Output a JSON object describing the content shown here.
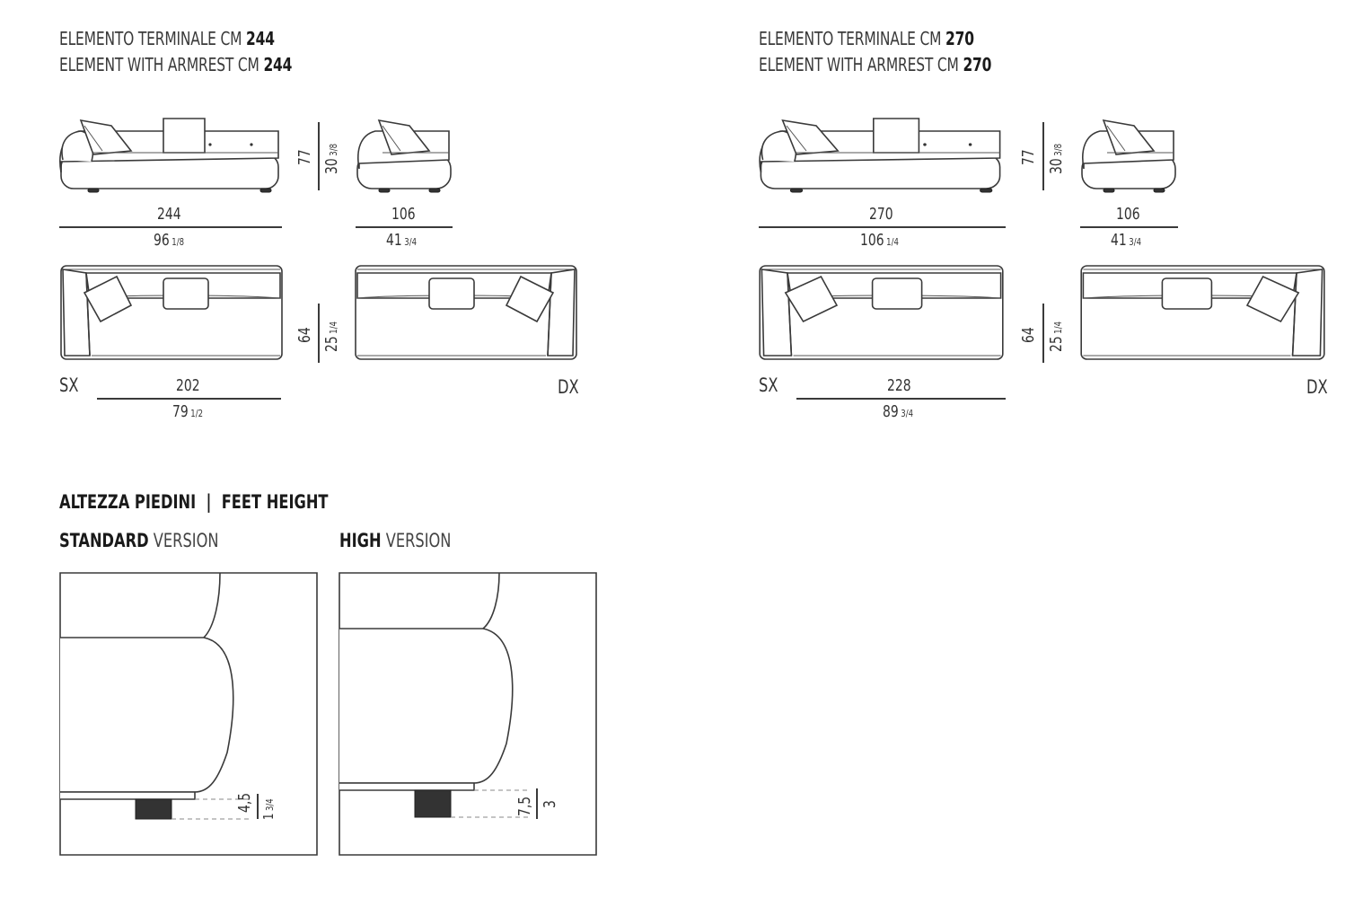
{
  "left_module": {
    "title_it": "ELEMENTO TERMINALE CM",
    "title_it_value": "244",
    "title_en": "ELEMENT WITH ARMREST CM",
    "title_en_value": "244",
    "front_width_cm": "244",
    "front_width_in": "96",
    "front_width_in_frac": "1/8",
    "side_depth_cm": "106",
    "side_depth_in": "41",
    "side_depth_in_frac": "3/4",
    "height_cm": "77",
    "height_in": "30",
    "height_in_frac": "3/8",
    "seat_depth_cm": "64",
    "seat_depth_in": "25",
    "seat_depth_in_frac": "1/4",
    "plan_width_cm": "202",
    "plan_width_in": "79",
    "plan_width_in_frac": "1/2",
    "label_left": "SX",
    "label_right": "DX"
  },
  "right_module": {
    "title_it": "ELEMENTO TERMINALE CM",
    "title_it_value": "270",
    "title_en": "ELEMENT WITH ARMREST CM",
    "title_en_value": "270",
    "front_width_cm": "270",
    "front_width_in": "106",
    "front_width_in_frac": "1/4",
    "side_depth_cm": "106",
    "side_depth_in": "41",
    "side_depth_in_frac": "3/4",
    "height_cm": "77",
    "height_in": "30",
    "height_in_frac": "3/8",
    "seat_depth_cm": "64",
    "seat_depth_in": "25",
    "seat_depth_in_frac": "1/4",
    "plan_width_cm": "228",
    "plan_width_in": "89",
    "plan_width_in_frac": "3/4",
    "label_left": "SX",
    "label_right": "DX"
  },
  "feet": {
    "title_it": "ALTEZZA PIEDINI",
    "separator": "|",
    "title_en": "FEET HEIGHT",
    "standard_bold": "STANDARD",
    "standard_rest": "VERSION",
    "standard_cm": "4,5",
    "standard_in": "1",
    "standard_in_frac": "3/4",
    "high_bold": "HIGH",
    "high_rest": "VERSION",
    "high_cm": "7,5",
    "high_in": "3"
  }
}
